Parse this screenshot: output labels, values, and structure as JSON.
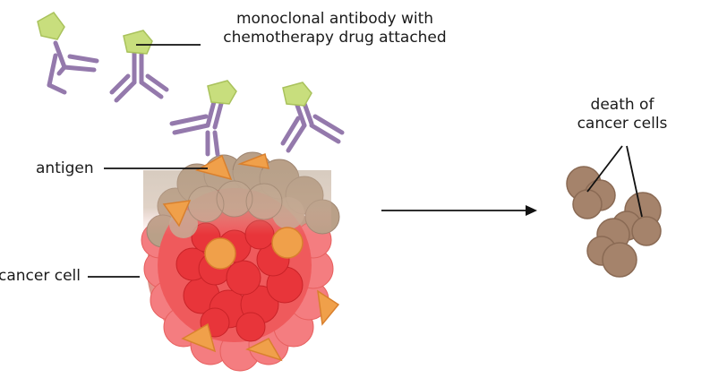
{
  "labels": {
    "antibody_line1": "monoclonal antibody with",
    "antibody_line2": "chemotherapy drug attached",
    "antigen": "antigen",
    "cancer_cell": "cancer cell",
    "death_line1": "death of",
    "death_line2": "cancer cells"
  },
  "colors": {
    "antibody": "#9479ac",
    "drug": "#c8de7d",
    "drug_stroke": "#a9c25c",
    "antigen": "#f0a04a",
    "antigen_stroke": "#d9802e",
    "cell_red": "#e8353a",
    "cell_pink": "#f37b7e",
    "cell_tan": "#b39a82",
    "dead_cell": "#a5836b",
    "dead_cell_stroke": "#8a6a54",
    "line": "#111111"
  }
}
